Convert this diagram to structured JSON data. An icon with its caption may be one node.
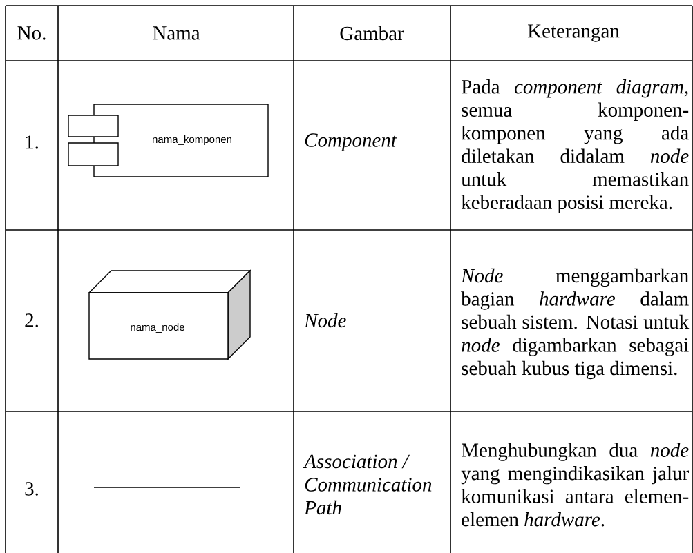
{
  "diagram": {
    "nodes": [
      {
        "text": [
          "nama_komponen"
        ]
      },
      {
        "text": [
          "nama_node"
        ]
      }
    ],
    "edges": [],
    "labels": [
      "No.",
      "Nama",
      "Gambar",
      "Keterangan",
      "1.",
      "Component",
      "Pada *component diagram,* semua komponen-komponen yang ada diletakan didalam *node* untuk memastikan keberadaan posisi mereka.",
      "2.",
      "Node",
      "*Node* menggambarkan bagian *hardware* dalam sebuah sistem. Notasi untuk *node* digambarkan sebagai sebuah kubus tiga dimensi.",
      "3.",
      "Association / Communication Path",
      "Menghubungkan dua *node* yang mengindikasikan jalur komunikasi antara elemen-elemen *hardware*."
    ]
  }
}
